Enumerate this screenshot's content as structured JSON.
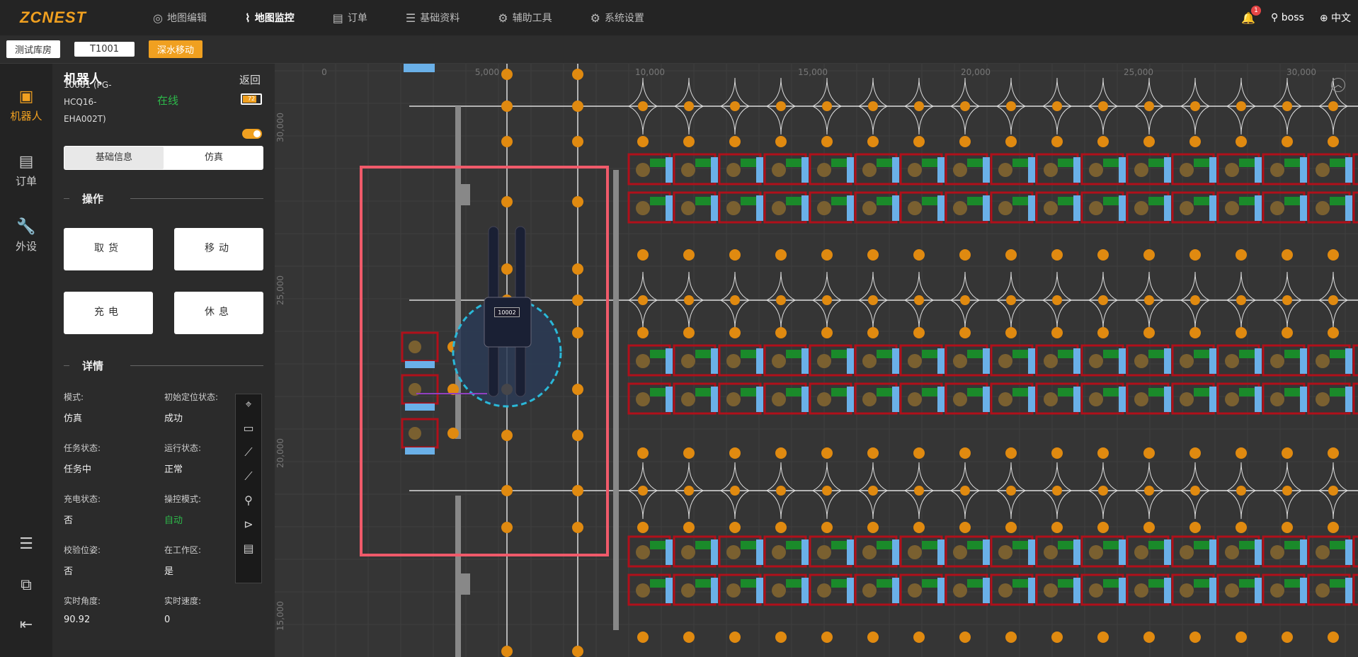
{
  "app": {
    "logo": "ZCNEST"
  },
  "nav": [
    {
      "label": "地图编辑",
      "icon": "location-icon"
    },
    {
      "label": "地图监控",
      "icon": "chart-icon"
    },
    {
      "label": "订单",
      "icon": "document-icon"
    },
    {
      "label": "基础资料",
      "icon": "sliders-icon"
    },
    {
      "label": "辅助工具",
      "icon": "gear-icon"
    },
    {
      "label": "系统设置",
      "icon": "gear-icon"
    }
  ],
  "header_right": {
    "notifications": "1",
    "user": "boss",
    "language": "中文"
  },
  "subbar": {
    "warehouse": "测试库房",
    "robot_id": "T1001",
    "mode": "深水移动"
  },
  "sidebar": {
    "items": [
      {
        "label": "机器人",
        "icon": "robot-icon"
      },
      {
        "label": "订单",
        "icon": "document-icon"
      },
      {
        "label": "外设",
        "icon": "wrench-icon"
      }
    ],
    "bottom_icons": [
      "list-icon",
      "layers-icon",
      "indent-icon"
    ]
  },
  "panel": {
    "title": "机器人",
    "back": "返回",
    "robot_name_line1": "10001 (PG-",
    "robot_name_line2": "HCQ16-",
    "robot_name_line3": "EHA002T)",
    "status": "在线",
    "battery": "72",
    "tabs": [
      "基础信息",
      "仿真"
    ],
    "operations_title": "操作",
    "buttons": [
      "取货",
      "移动",
      "充电",
      "休息"
    ],
    "details_title": "详情",
    "details": [
      {
        "label": "模式:",
        "value": "仿真"
      },
      {
        "label": "初始定位状态:",
        "value": "成功"
      },
      {
        "label": "任务状态:",
        "value": "任务中"
      },
      {
        "label": "运行状态:",
        "value": "正常"
      },
      {
        "label": "充电状态:",
        "value": "否"
      },
      {
        "label": "操控模式:",
        "value": "自动"
      },
      {
        "label": "校验位姿:",
        "value": "否"
      },
      {
        "label": "在工作区:",
        "value": "是"
      },
      {
        "label": "实时角度:",
        "value": "90.92"
      },
      {
        "label": "实时速度:",
        "value": "0"
      }
    ],
    "tools": [
      "locate-icon",
      "camera-icon",
      "forklift-icon",
      "forklift-alt-icon",
      "pin-icon",
      "play-icon",
      "report-icon"
    ]
  },
  "map": {
    "x_ticks": [
      "0",
      "5,000",
      "10,000",
      "15,000",
      "20,000",
      "25,000",
      "30,000"
    ],
    "y_ticks": [
      "30,000",
      "25,000",
      "20,000",
      "15,000"
    ],
    "robot_label": "10002",
    "colors": {
      "node": "#e08a10",
      "rack": "#b0101a",
      "pallet": "#6ab0e8",
      "selection": "#f05a6a",
      "robot_zone": "#2ab8d8"
    }
  }
}
